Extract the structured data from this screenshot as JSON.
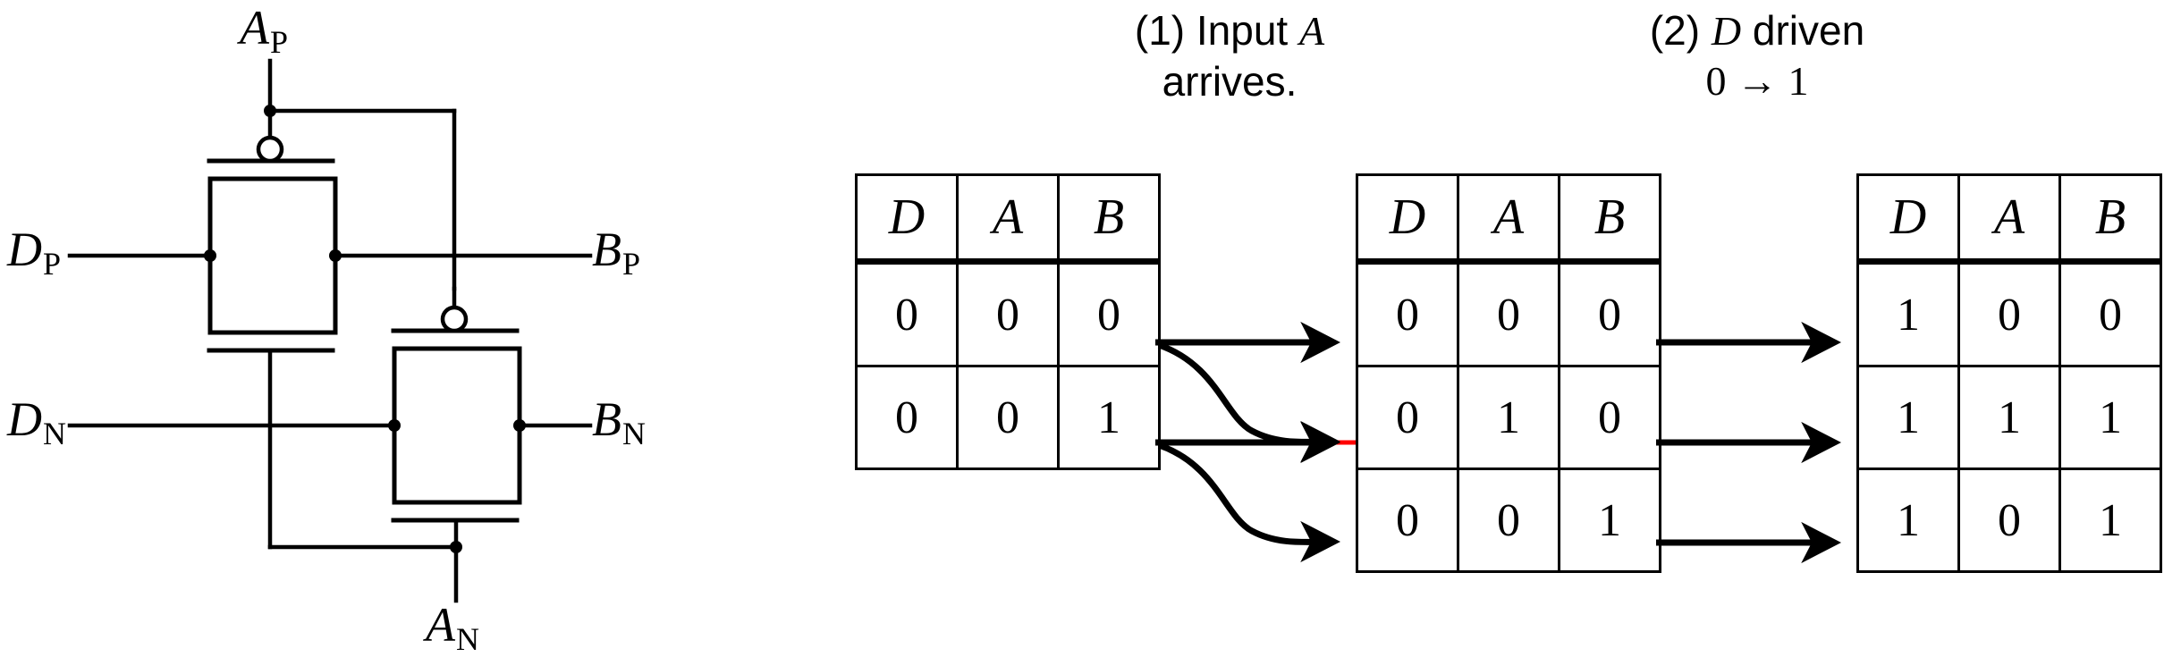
{
  "circuit": {
    "name": "cmos-transmission-gate-pair",
    "labels": {
      "a_p": "A",
      "a_p_sub": "P",
      "a_n": "A",
      "a_n_sub": "N",
      "d_p": "D",
      "d_p_sub": "P",
      "d_n": "D",
      "d_n_sub": "N",
      "b_p": "B",
      "b_p_sub": "P",
      "b_n": "B",
      "b_n_sub": "N"
    },
    "stroke_color": "#000000"
  },
  "captions": [
    {
      "id": "step1",
      "line1_prefix": "(1) Input ",
      "line1_italic": "A",
      "line2": "arrives."
    },
    {
      "id": "step2",
      "line1_prefix": "(2) ",
      "line1_italic": "D",
      "line1_suffix": " driven",
      "line2": "0 → 1"
    }
  ],
  "tables": [
    {
      "id": "table-1",
      "headers": [
        "D",
        "A",
        "B"
      ],
      "rows": [
        [
          "0",
          "0",
          "0"
        ],
        [
          "0",
          "0",
          "1"
        ]
      ]
    },
    {
      "id": "table-2",
      "headers": [
        "D",
        "A",
        "B"
      ],
      "rows": [
        [
          "0",
          "0",
          "0"
        ],
        [
          "0",
          "1",
          "0"
        ],
        [
          "0",
          "0",
          "1"
        ]
      ]
    },
    {
      "id": "table-3",
      "headers": [
        "D",
        "A",
        "B"
      ],
      "rows": [
        [
          "1",
          "0",
          "0"
        ],
        [
          "1",
          "1",
          "1"
        ],
        [
          "1",
          "0",
          "1"
        ]
      ]
    }
  ],
  "arrows": {
    "group_1_to_2": {
      "count": 4,
      "note": "one straight arrow row1->row1, two S-curves, one straight red connector row2->row2",
      "highlight_color": "#ff0000"
    },
    "group_2_to_3": {
      "count": 3,
      "note": "three straight arrows"
    }
  },
  "colors": {
    "ink": "#000000",
    "highlight": "#ff0000",
    "background": "#ffffff"
  }
}
